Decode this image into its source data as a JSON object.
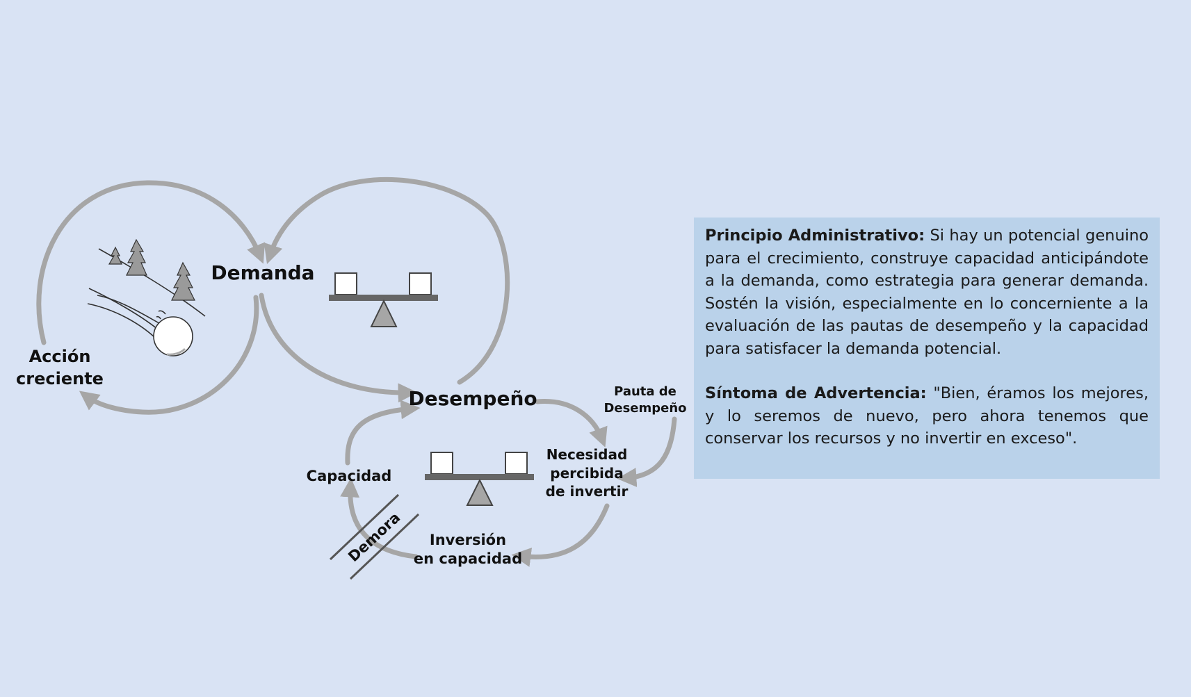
{
  "diagram": {
    "demanda": "Demanda",
    "accion_line1": "Acción",
    "accion_line2": "creciente",
    "desempeno": "Desempeño",
    "pauta_line1": "Pauta de",
    "pauta_line2": "Desempeño",
    "necesidad_line1": "Necesidad",
    "necesidad_line2": "percibida",
    "necesidad_line3": "de invertir",
    "capacidad": "Capacidad",
    "inversion_line1": "Inversión",
    "inversion_line2": "en capacidad",
    "demora": "Demora",
    "colors": {
      "arrow": "#a6a6a6",
      "balance_beam": "#666666",
      "balance_fulcrum": "#a6a6a6"
    }
  },
  "info": {
    "principio_label": "Principio Administrativo:",
    "principio_text": " Si hay un potencial genuino para el crecimiento, construye capacidad anticipándote a la demanda, como estrategia para generar demanda. Sostén la visión, especialmente en lo concerniente a la evaluación de las pautas de desempeño y la capacidad para satisfacer la demanda potencial.",
    "sintoma_label": "Síntoma de Advertencia:",
    "sintoma_text": " \"Bien, éramos los mejores, y lo seremos de nuevo, pero ahora tenemos que conservar los recursos y no invertir en exceso\".",
    "background_color": "#bad2ea"
  }
}
